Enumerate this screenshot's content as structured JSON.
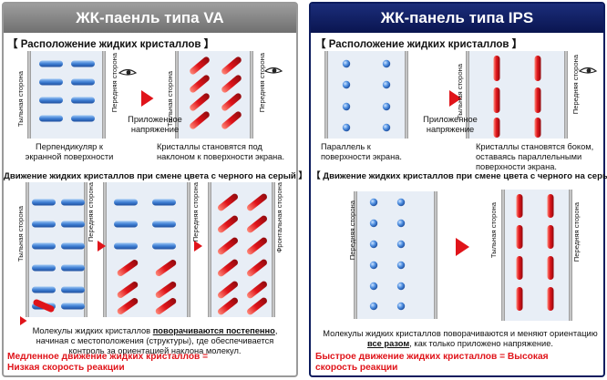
{
  "va": {
    "title": "ЖК-паенль типа VA",
    "arrangement_title": "【 Расположение жидких кристаллов 】",
    "back_side": "Тыльная сторона",
    "front_side": "Передняя сторона",
    "applied_voltage": "Приложенное напряжение",
    "perpendicular_caption": "Перпендикуляр к экранной поверхности",
    "tilted_caption": "Кристаллы становятся под наклоном к поверхности экрана.",
    "motion_title": "Движение жидких кристаллов при смене цвета с черного на серый 】",
    "front_side_alt": "Фронтальная сторона",
    "bottom_text_before": "Молекулы жидких кристаллов ",
    "bottom_text_highlight": "поворачиваются постепенно",
    "bottom_text_after": ", начиная с местоположения (структуры), где обеспечивается контроль за ориентацией наклона молекул.",
    "result": "Медленное движение жидких кристаллов = Низкая скорость реакции"
  },
  "ips": {
    "title": "ЖК-панель типа IPS",
    "arrangement_title": "【 Расположение жидких кристаллов 】",
    "back_side": "Тыльная сторона",
    "front_side": "Передняя сторона",
    "applied_voltage": "Приложенное напряжение",
    "parallel_caption": "Параллель к поверхности экрана.",
    "sideways_caption": "Кристаллы становятся боком, оставаясь параллельными поверхности экрана.",
    "motion_title": "【 Движение жидких кристаллов при смене цвета с черного на серый】",
    "bottom_text_before": "Молекулы жидких кристаллов поворачиваются и меняют ориентацию ",
    "bottom_text_highlight": "все разом",
    "bottom_text_after": ", как только приложено напряжение.",
    "result": "Быстрое движение жидких кристаллов = Высокая скорость реакции"
  },
  "colors": {
    "blue_crystal": "#3f7fd3",
    "red_crystal": "#e0141a",
    "arrow": "#e0141a",
    "ips_header": "#0d1c5e",
    "va_header": "#8a8a8a"
  },
  "icons": [
    "eye-icon",
    "right-arrow-icon"
  ]
}
